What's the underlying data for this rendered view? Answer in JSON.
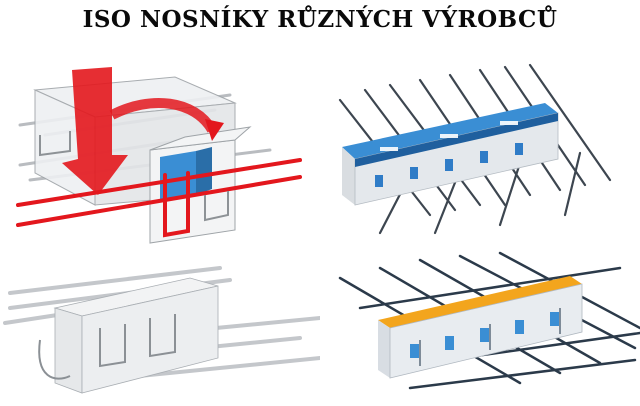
{
  "title": "ISO NOSNÍKY RŮZNÝCH VÝROBCŮ",
  "colors": {
    "load_arrow": "#e3171d",
    "insulation_blue": "#3a8ed4",
    "label_orange": "#f3a51d",
    "rebar_dark": "#2b3a4a",
    "concrete_grey": "#e4e6e8"
  },
  "illustrations": [
    {
      "id": "product-1",
      "type": "iso-beam-cutaway"
    },
    {
      "id": "product-2",
      "type": "iso-beam-blue-label"
    },
    {
      "id": "product-3",
      "type": "iso-beam-plain"
    },
    {
      "id": "product-4",
      "type": "iso-beam-orange-label"
    }
  ]
}
